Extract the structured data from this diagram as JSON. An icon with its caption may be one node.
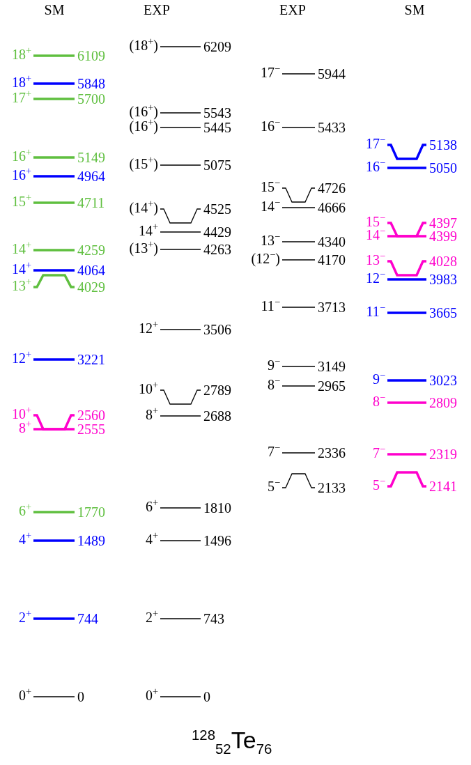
{
  "diagram": {
    "title": "$^{128}$$_{52}$Te$_{76}$",
    "labels": [
      "SM",
      "EXP",
      "EXP",
      "SM",
      "18$^{+}$",
      "6109",
      "18$^{+}$",
      "5848",
      "17$^{+}$",
      "5700",
      "16$^{+}$",
      "5149",
      "16$^{+}$",
      "4964",
      "15$^{+}$",
      "4711",
      "14$^{+}$",
      "4259",
      "14$^{+}$",
      "4064",
      "13$^{+}$",
      "4029",
      "12$^{+}$",
      "3221",
      "10$^{+}$",
      "2560",
      "8$^{+}$",
      "2555",
      "6$^{+}$",
      "1770",
      "4$^{+}$",
      "1489",
      "2$^{+}$",
      "744",
      "0$^{+}$",
      "0",
      "(18$^{+}$)",
      "6209",
      "(16$^{+}$)",
      "5543",
      "(16$^{+}$)",
      "5445",
      "(15$^{+}$)",
      "5075",
      "(14$^{+}$)",
      "4525",
      "14$^{+}$",
      "4429",
      "(13$^{+}$)",
      "4263",
      "12$^{+}$",
      "3506",
      "10$^{+}$",
      "2789",
      "8$^{+}$",
      "2688",
      "6$^{+}$",
      "1810",
      "4$^{+}$",
      "1496",
      "2$^{+}$",
      "743",
      "0$^{+}$",
      "0",
      "17$^{−}$",
      "5944",
      "16$^{−}$",
      "5433",
      "15$^{−}$",
      "4726",
      "14$^{−}$",
      "4666",
      "13$^{−}$",
      "4340",
      "(12$^{−}$)",
      "4170",
      "11$^{−}$",
      "3713",
      "9$^{−}$",
      "3149",
      "8$^{−}$",
      "2965",
      "7$^{−}$",
      "2336",
      "5$^{−}$",
      "2133",
      "17$^{−}$",
      "5138",
      "16$^{−}$",
      "5050",
      "15$^{−}$",
      "4397",
      "14$^{−}$",
      "4399",
      "13$^{−}$",
      "4028",
      "12$^{−}$",
      "3983",
      "11$^{−}$",
      "3665",
      "9$^{−}$",
      "3023",
      "8$^{−}$",
      "2809",
      "7$^{−}$",
      "2319",
      "5$^{−}$",
      "2141"
    ]
  }
}
